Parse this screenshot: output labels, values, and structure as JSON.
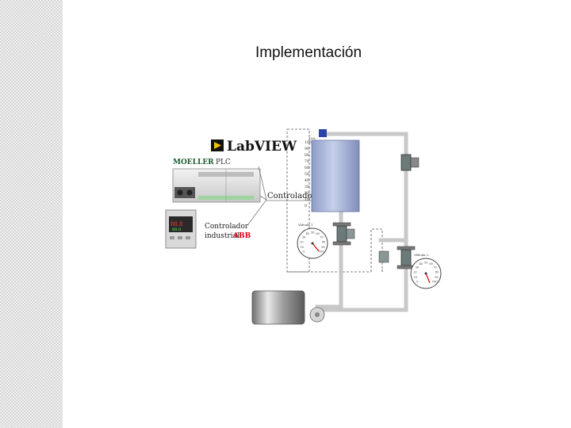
{
  "slide": {
    "title": "Implementación"
  },
  "diagram": {
    "labview_label": "LabVIEW",
    "moeller_brand": "MOELLER",
    "plc_label": "PLC",
    "controller_label": "Controlador",
    "abb_label_line1": "Controlador",
    "abb_label_line2": "industrial",
    "abb_brand": "ABB",
    "tank_scale": [
      "100",
      "90",
      "80",
      "70",
      "60",
      "50",
      "40",
      "30",
      "20",
      "10",
      "0"
    ],
    "tank_top_label": "10%",
    "gauge1_label": "Válvula 1",
    "gauge2_label": "Válvula 2",
    "gauge_ticks": [
      "0",
      "10",
      "20",
      "30",
      "40",
      "50",
      "60",
      "70",
      "80",
      "90",
      "100"
    ]
  },
  "colors": {
    "tank_fill": "#aab6d8",
    "pipe": "#c8c8c8",
    "abb_red": "#e2001a",
    "labview_yellow": "#f4c200"
  }
}
